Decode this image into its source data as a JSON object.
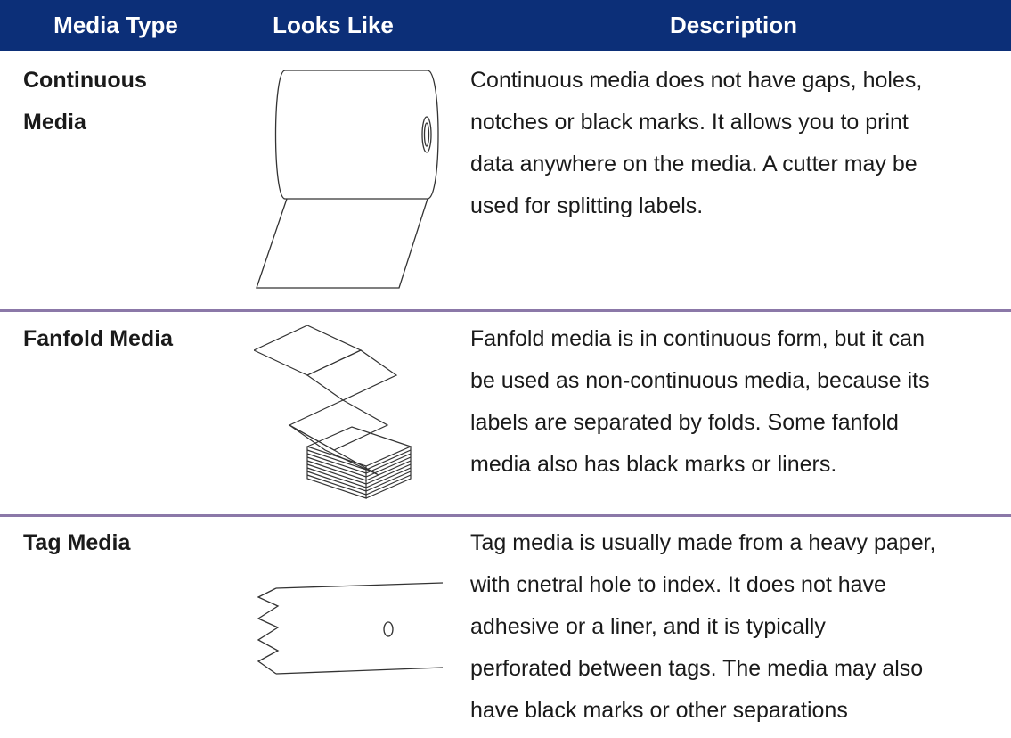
{
  "header": {
    "col1": "Media Type",
    "col2": "Looks Like",
    "col3": "Description"
  },
  "rows": [
    {
      "name_line1": "Continuous",
      "name_line2": "Media",
      "icon": "paper-roll-icon",
      "desc_lines": [
        "Continuous media does not have gaps, holes,",
        "notches or black marks. It allows you to print",
        "data anywhere on the media. A cutter may be",
        "used for splitting labels."
      ]
    },
    {
      "name_line1": "Fanfold Media",
      "icon": "fanfold-stack-icon",
      "desc_lines": [
        "Fanfold media is in continuous form, but it can",
        "be used as non-continuous media, because its",
        "labels are separated by folds. Some fanfold",
        "media also has black marks or liners."
      ]
    },
    {
      "name_line1": "Tag Media",
      "icon": "tag-strip-icon",
      "desc_lines": [
        "Tag media is usually made from a heavy paper,",
        "with cnetral hole to index. It does not have",
        "adhesive or a liner, and it is typically",
        "perforated between tags. The media may also",
        "have black marks or other separations"
      ]
    }
  ],
  "colors": {
    "header_bg": "#0c2f78",
    "header_text": "#ffffff",
    "divider": "#8b78a8"
  }
}
